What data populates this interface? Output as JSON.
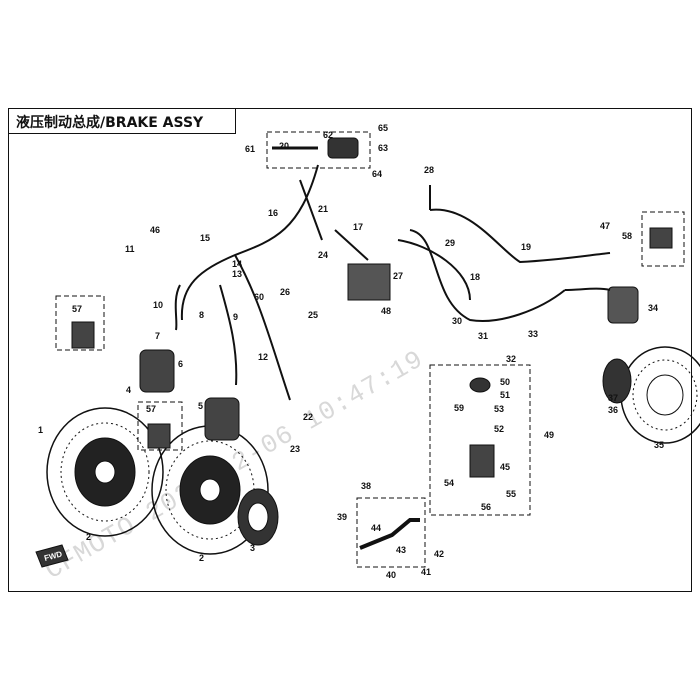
{
  "title": "液压制动总成/BRAKE ASSY",
  "watermark": "CFMOTO 2023-12-06 10:47:19",
  "callouts": [
    "1",
    "2",
    "3",
    "4",
    "5",
    "6",
    "7",
    "8",
    "9",
    "10",
    "11",
    "12",
    "13",
    "14",
    "15",
    "16",
    "17",
    "18",
    "19",
    "20",
    "21",
    "22",
    "23",
    "24",
    "25",
    "26",
    "27",
    "28",
    "29",
    "30",
    "31",
    "32",
    "33",
    "34",
    "35",
    "36",
    "37",
    "38",
    "39",
    "40",
    "41",
    "42",
    "43",
    "44",
    "45",
    "46",
    "47",
    "48",
    "49",
    "50",
    "51",
    "52",
    "53",
    "54",
    "55",
    "56",
    "57",
    "58",
    "59",
    "60",
    "61",
    "62",
    "63",
    "64",
    "65"
  ],
  "fwd_label": "FWD"
}
